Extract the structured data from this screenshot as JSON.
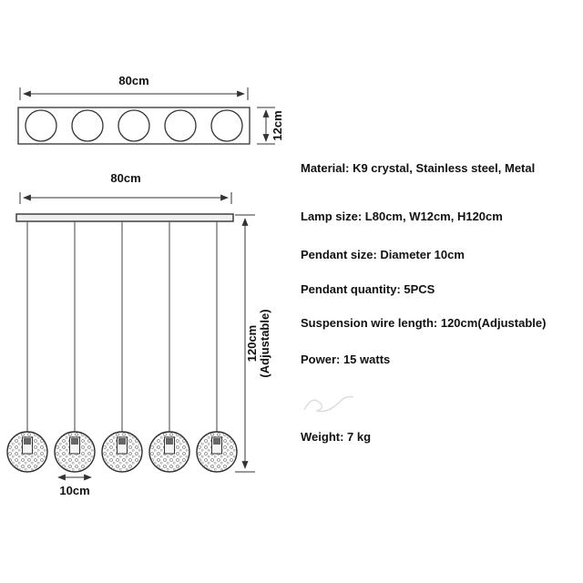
{
  "diagram": {
    "top_view": {
      "width_label": "80cm",
      "depth_label": "12cm",
      "lamp_circle_count": 5
    },
    "front_view": {
      "width_label": "80cm",
      "height_label": "120cm",
      "height_sublabel": "(Adjustable)",
      "pendant_diameter_label": "10cm",
      "pendant_count": 5
    },
    "colors": {
      "background": "#ffffff",
      "line": "#333333",
      "text": "#111111"
    }
  },
  "specs": [
    "Material: K9 crystal, Stainless steel, Metal",
    "Lamp size: L80cm, W12cm, H120cm",
    "Pendant size: Diameter 10cm",
    "Pendant quantity: 5PCS",
    "Suspension wire length: 120cm(Adjustable)",
    "Power: 15 watts",
    "Weight: 7 kg"
  ]
}
